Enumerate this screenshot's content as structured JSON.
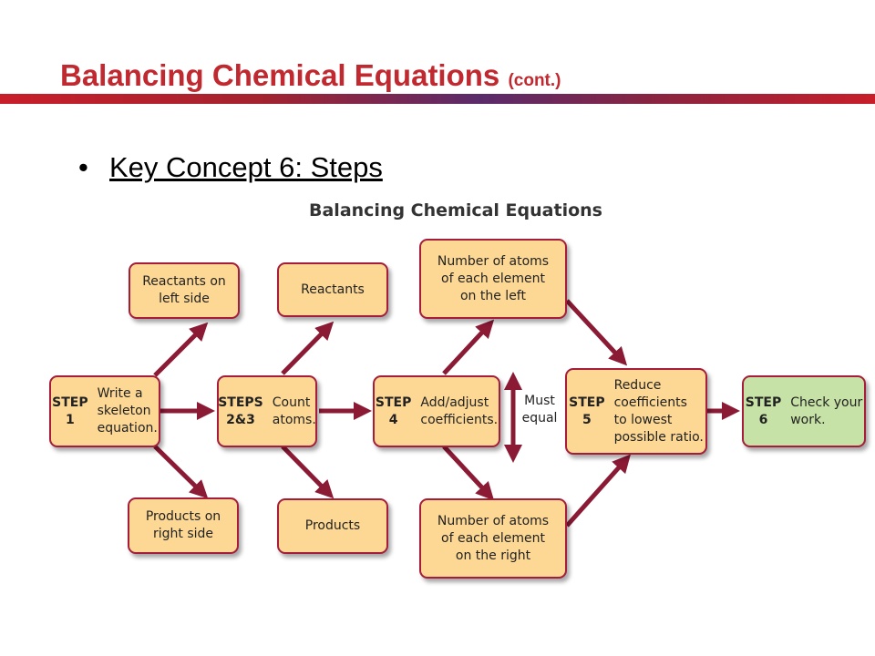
{
  "slide": {
    "title": "Balancing Chemical Equations",
    "title_suffix": "(cont.)",
    "bullet": "Key Concept 6: Steps"
  },
  "diagram": {
    "title": "Balancing Chemical Equations",
    "steps": [
      {
        "id": "step1",
        "label": "STEP\n1",
        "text": "Write a\nskeleton\nequation."
      },
      {
        "id": "step23",
        "label": "STEPS\n2&3",
        "text": "Count\natoms."
      },
      {
        "id": "step4",
        "label": "STEP\n4",
        "text": "Add/adjust\ncoefficients."
      },
      {
        "id": "step5",
        "label": "STEP\n5",
        "text": "Reduce\ncoefficients\nto lowest\npossible ratio."
      },
      {
        "id": "step6",
        "label": "STEP\n6",
        "text": "Check your\nwork."
      }
    ],
    "boxes": {
      "reactants_left": "Reactants on\nleft side",
      "products_right": "Products on\nright side",
      "reactants": "Reactants",
      "products": "Products",
      "atoms_left": "Number of atoms\nof each element\non the left",
      "atoms_right": "Number of atoms\nof each element\non the right"
    },
    "must_equal": "Must\nequal",
    "colors": {
      "box_fill": "#fdd895",
      "box_border": "#a51d3a",
      "final_fill": "#c6e2a6",
      "arrow": "#8b1a35",
      "title": "#c0292f"
    }
  }
}
